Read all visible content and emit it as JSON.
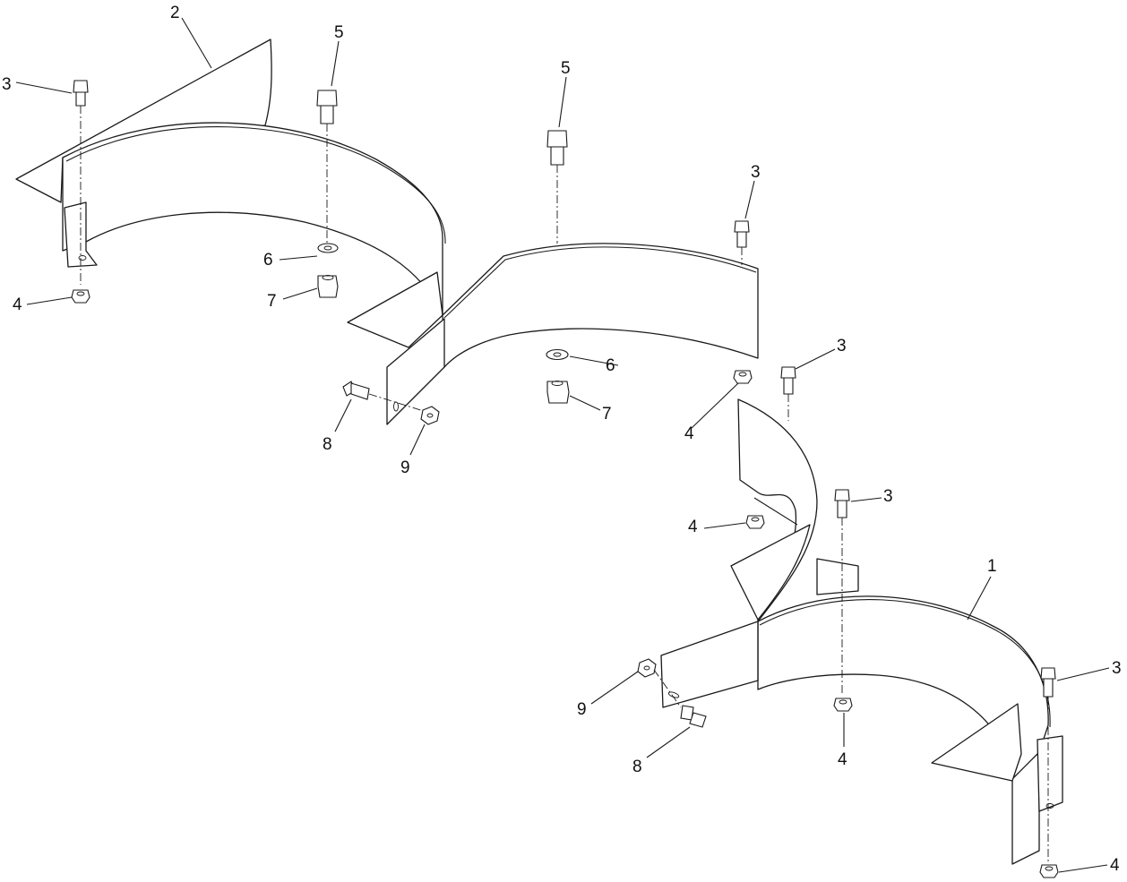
{
  "callouts": {
    "c1": "1",
    "c2": "2",
    "c3a": "3",
    "c3b": "3",
    "c3c": "3",
    "c3d": "3",
    "c3e": "3",
    "c4a": "4",
    "c4b": "4",
    "c4c": "4",
    "c4d": "4",
    "c4e": "4",
    "c5a": "5",
    "c5b": "5",
    "c6a": "6",
    "c6b": "6",
    "c7a": "7",
    "c7b": "7",
    "c8a": "8",
    "c8b": "8",
    "c9a": "9",
    "c9b": "9"
  },
  "colors": {
    "line": "#1a1a1a",
    "background": "#ffffff"
  }
}
